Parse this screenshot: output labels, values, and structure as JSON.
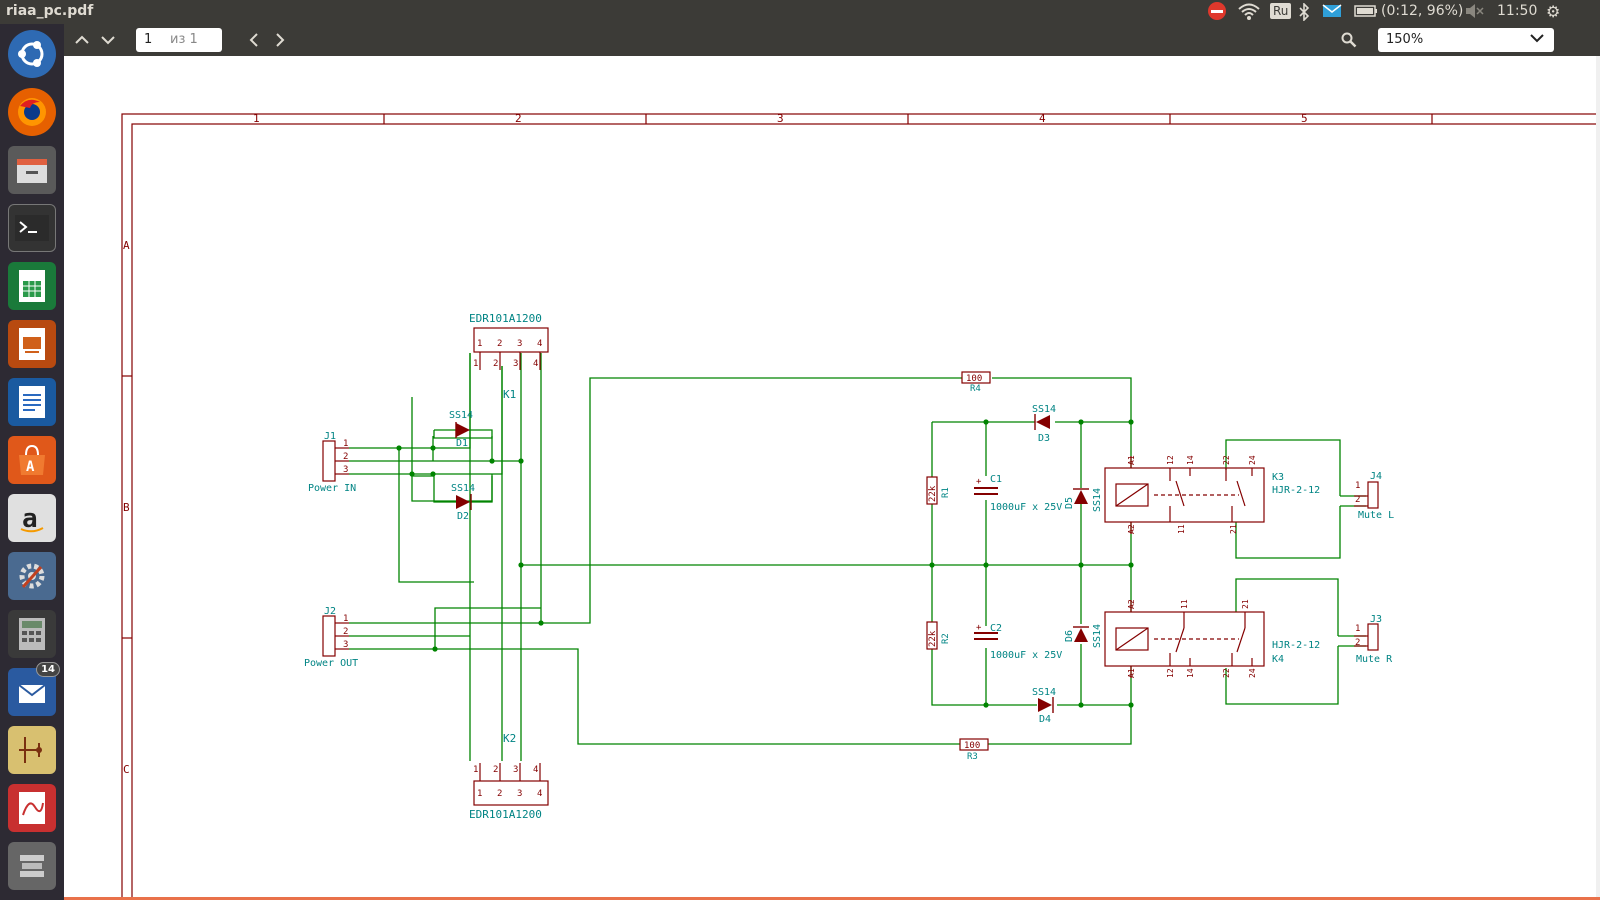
{
  "window": {
    "title": "riaa_pc.pdf"
  },
  "indicators": {
    "keyboard": "Ru",
    "battery": "(0:12, 96%)",
    "clock": "11:50"
  },
  "launcher": {
    "items": [
      {
        "name": "ubuntu-dash"
      },
      {
        "name": "firefox"
      },
      {
        "name": "files"
      },
      {
        "name": "terminal"
      },
      {
        "name": "libreoffice-calc"
      },
      {
        "name": "libreoffice-impress"
      },
      {
        "name": "libreoffice-writer"
      },
      {
        "name": "software-center"
      },
      {
        "name": "amazon"
      },
      {
        "name": "system-settings"
      },
      {
        "name": "calculator"
      },
      {
        "name": "thunderbird",
        "badge": "14"
      },
      {
        "name": "kicad"
      },
      {
        "name": "document-viewer"
      },
      {
        "name": "trash"
      }
    ]
  },
  "toolbar": {
    "page_value": "1",
    "page_of": "из 1",
    "zoom": "150%"
  },
  "schematic": {
    "columns": [
      "1",
      "2",
      "3",
      "4",
      "5"
    ],
    "rows": [
      "A",
      "B",
      "C"
    ],
    "parts": {
      "k1_title": "EDR101A1200",
      "k1_ref": "K1",
      "k2_title": "EDR101A1200",
      "k2_ref": "K2",
      "d1_val": "SS14",
      "d1_ref": "D1",
      "d2_val": "SS14",
      "d2_ref": "D2",
      "d3_val": "SS14",
      "d3_ref": "D3",
      "d4_val": "SS14",
      "d4_ref": "D4",
      "d5_val": "SS14",
      "d5_ref": "D5",
      "d6_val": "SS14",
      "d6_ref": "D6",
      "j1_ref": "J1",
      "j1_val": "Power IN",
      "j2_ref": "J2",
      "j2_val": "Power OUT",
      "j3_ref": "J3",
      "j3_val": "Mute R",
      "j4_ref": "J4",
      "j4_val": "Mute L",
      "r1_val": "22k",
      "r1_ref": "R1",
      "r2_val": "22k",
      "r2_ref": "R2",
      "r3_val": "100",
      "r3_ref": "R3",
      "r4_val": "100",
      "r4_ref": "R4",
      "c1_ref": "C1",
      "c1_val": "1000uF x 25V",
      "c2_ref": "C2",
      "c2_val": "1000uF x 25V",
      "k3_ref": "K3",
      "k3_val": "HJR-2-12",
      "k4_ref": "K4",
      "k4_val": "HJR-2-12",
      "relay_pin_a1": "A1",
      "relay_pin_a2": "A2",
      "relay_pin_11": "11",
      "relay_pin_12": "12",
      "relay_pin_14": "14",
      "relay_pin_21": "21",
      "relay_pin_22": "22",
      "relay_pin_24": "24",
      "pin1": "1",
      "pin2": "2",
      "pin3": "3",
      "pin4": "4",
      "plus": "+"
    }
  },
  "colors": {
    "wire": "#008400",
    "part": "#840000",
    "ref": "#008484"
  }
}
